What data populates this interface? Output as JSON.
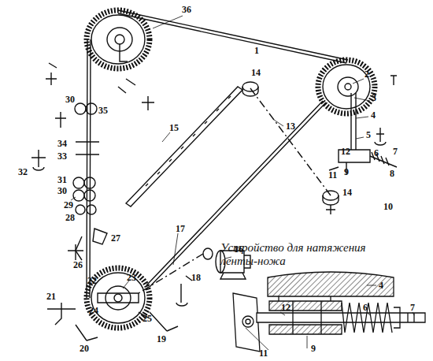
{
  "diagram": {
    "labels": [
      "Устройство для натяжения ленты-ножа",
      "36",
      "1",
      "2",
      "3",
      "4",
      "5",
      "12",
      "6",
      "7",
      "8",
      "9",
      "11",
      "10",
      "14",
      "13",
      "14",
      "15",
      "30",
      "35",
      "34",
      "33",
      "32",
      "31",
      "30",
      "29",
      "28",
      "27",
      "26",
      "17",
      "16",
      "23",
      "22",
      "24",
      "25",
      "21",
      "20",
      "19",
      "18",
      "4",
      "12",
      "6",
      "7",
      "11",
      "9"
    ]
  }
}
